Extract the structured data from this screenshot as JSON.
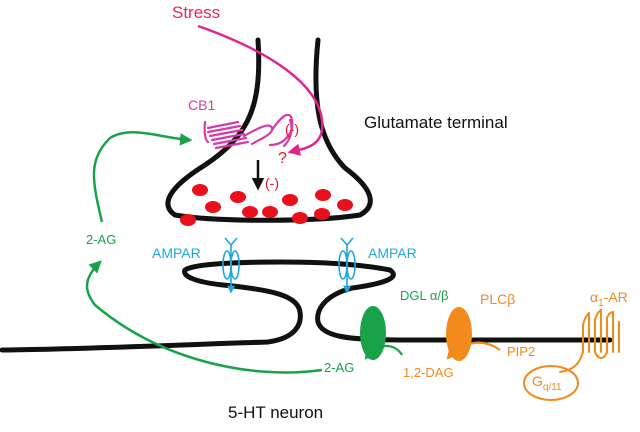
{
  "labels": {
    "stress": "Stress",
    "cb1": "CB1",
    "glutamate_terminal": "Glutamate terminal",
    "inhibit_minus_1": "(-)",
    "question": "?",
    "inhibit_minus_2": "(-)",
    "two_ag_left": "2-AG",
    "ampar_left": "AMPAR",
    "ampar_right": "AMPAR",
    "dgl": "DGL α/β",
    "plc": "PLCβ",
    "alpha_prefix": "α",
    "alpha_sub": "1",
    "alpha_suffix": "-AR",
    "pip2": "PIP2",
    "dag": "1,2-DAG",
    "two_ag_bottom": "2-AG",
    "g_prefix": "G",
    "g_sub": "q/11",
    "neuron": "5-HT neuron"
  },
  "colors": {
    "stress": "#e8265a",
    "magenta": "#d63aa8",
    "green": "#1aa24a",
    "blue": "#1ea7e1",
    "orange": "#f28a1c",
    "red": "#e8101c",
    "black": "#111111"
  }
}
